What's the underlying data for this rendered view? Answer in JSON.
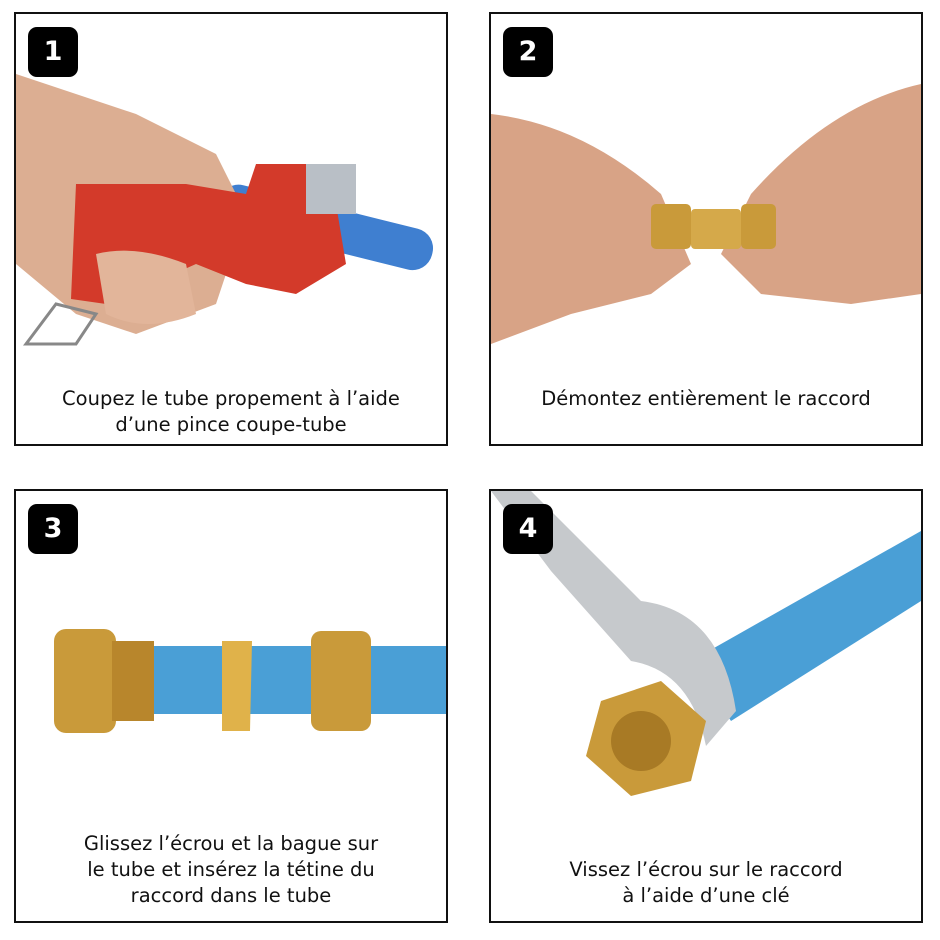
{
  "steps": [
    {
      "number": "1",
      "caption": [
        "Coupez le tube propement à l’aide",
        "d’une pince coupe-tube"
      ]
    },
    {
      "number": "2",
      "caption": [
        "Démontez entièrement le raccord"
      ]
    },
    {
      "number": "3",
      "caption": [
        "Glissez l’écrou et la bague sur",
        "le tube et insérez la tétine du",
        "raccord dans le tube"
      ]
    },
    {
      "number": "4",
      "caption": [
        "Vissez l’écrou sur le raccord",
        "à l’aide d’une clé"
      ]
    }
  ],
  "colors": {
    "tube": "#4a9fd6",
    "brass": "#c99a3a",
    "cutter": "#d63a2a",
    "skin": "#e0a98a",
    "badge": "#000000"
  }
}
